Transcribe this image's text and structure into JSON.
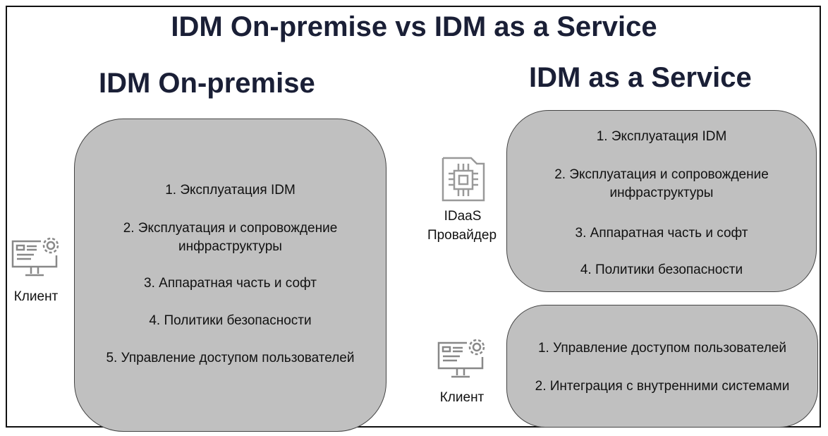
{
  "title": "IDM On-premise vs IDM as a Service",
  "left": {
    "heading": "IDM On-premise",
    "client_label": "Клиент",
    "items": [
      "1. Эксплуатация IDM",
      "2. Эксплуатация и сопровождение инфраструктуры",
      "3. Аппаратная часть и софт",
      "4. Политики безопасности",
      "5. Управление доступом пользователей"
    ]
  },
  "right": {
    "heading": "IDM as a Service",
    "provider_label_1": "IDaaS",
    "provider_label_2": "Провайдер",
    "provider_items": [
      "1. Эксплуатация IDM",
      "2. Эксплуатация и сопровождение инфраструктуры",
      "3. Аппаратная часть и софт",
      "4. Политики безопасности"
    ],
    "client_label": "Клиент",
    "client_items": [
      "1. Управление доступом пользователей",
      "2. Интеграция с внутренними системами"
    ]
  }
}
